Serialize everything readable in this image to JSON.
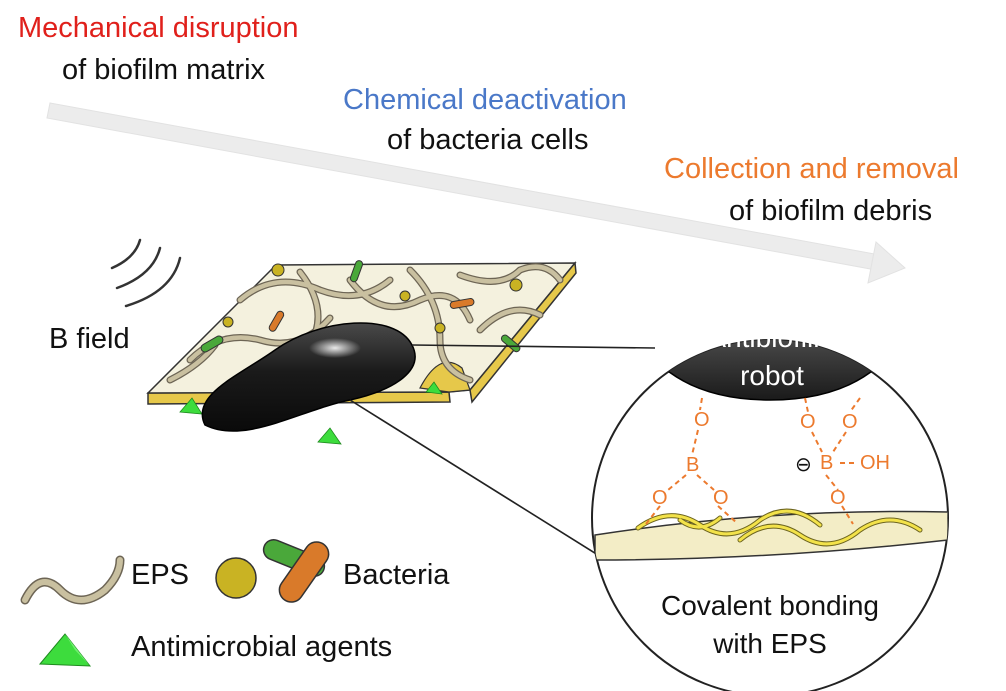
{
  "stages": [
    {
      "title": "Mechanical disruption",
      "subtitle": "of biofilm matrix",
      "color": "#e0201b"
    },
    {
      "title": "Chemical deactivation",
      "subtitle": "of bacteria cells",
      "color": "#4a78c8"
    },
    {
      "title": "Collection and removal",
      "subtitle": "of biofilm debris",
      "color": "#ec7a2e"
    }
  ],
  "field_label": "B field",
  "inset": {
    "robot_label_line1": "Antibiofilm",
    "robot_label_line2": "robot",
    "caption_line1": "Covalent bonding",
    "caption_line2": "with EPS"
  },
  "chemistry": {
    "boron": "B",
    "oxygen": "O",
    "hydroxyl": "OH",
    "charge": "⊖",
    "color": "#ec7a2e"
  },
  "legend": {
    "eps": "EPS",
    "bacteria": "Bacteria",
    "agents": "Antimicrobial agents"
  },
  "colors": {
    "eps_strand": "#c9c0a0",
    "eps_outline": "#6d6555",
    "bacteria_round": "#c9b323",
    "bacteria_rod": "#d97a2a",
    "bacteria_rod2": "#4aa83a",
    "agent": "#3ddc3d",
    "robot": "#1c1c1c",
    "slab_top": "#f4f1de",
    "slab_side": "#e6c84a",
    "inset_eps": "#f3e24a"
  }
}
